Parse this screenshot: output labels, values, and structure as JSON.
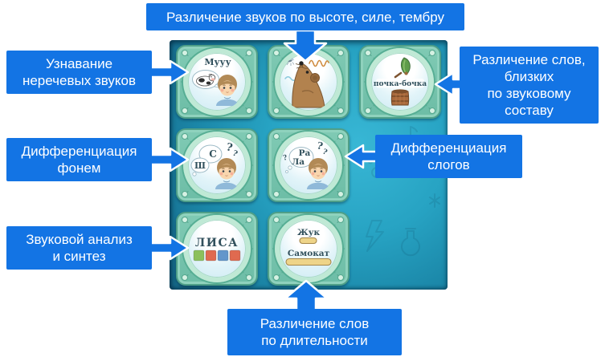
{
  "colors": {
    "accent_blue": "#1374e4",
    "panel_teal": "#27a3c3",
    "tile_green": "#74c3ad",
    "lisa_squares": [
      "#8cc05c",
      "#e06a50",
      "#6396cb",
      "#e06a50"
    ]
  },
  "callouts": {
    "top": {
      "text": "Различение звуков по высоте, силе, тембру"
    },
    "nonspeech": {
      "lines": [
        "Узнавание",
        "неречевых звуков"
      ]
    },
    "close_words": {
      "lines": [
        "Различение слов,",
        "близких",
        "по звуковому",
        "составу"
      ]
    },
    "phonemes": {
      "lines": [
        "Дифференциация",
        "фонем"
      ]
    },
    "syllables": {
      "lines": [
        "Дифференциация",
        "слогов"
      ]
    },
    "analysis": {
      "lines": [
        "Звуковой анализ",
        "и синтез"
      ]
    },
    "duration": {
      "lines": [
        "Различение слов",
        "по длительности"
      ]
    }
  },
  "tiles": {
    "cow": {
      "bubble": "Мууу"
    },
    "bud_barrel": {
      "text": "почка-бочка"
    },
    "phonemes": {
      "top_letter": "С",
      "bottom_letter": "Ш",
      "qmark": "?"
    },
    "syllables": {
      "top_letter": "Ра",
      "bottom_letter": "Ла",
      "qmark": "?"
    },
    "lisa": {
      "word": "ЛИСА"
    },
    "duration": {
      "word_short": "Жук",
      "word_long": "Самокат"
    }
  }
}
